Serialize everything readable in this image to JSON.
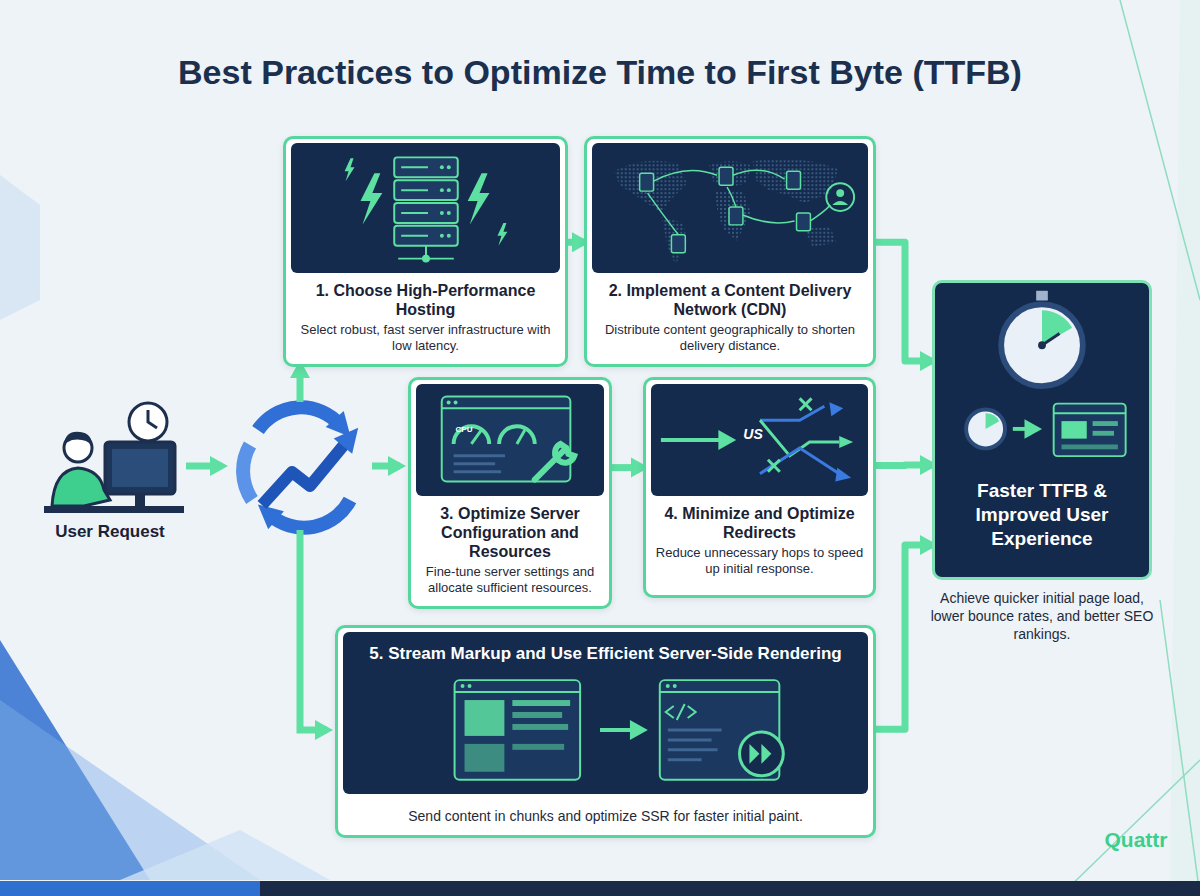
{
  "diagram": {
    "title": "Best Practices to Optimize Time to First Byte (TTFB)",
    "nodes": [
      {
        "text": [
          "1. Choose High-Performance Hosting",
          "Select robust, fast server infrastructure with low latency."
        ]
      },
      {
        "text": [
          "2. Implement a Content Delivery Network (CDN)",
          "Distribute content geographically to shorten delivery distance."
        ]
      },
      {
        "text": [
          "3. Optimize Server Configuration and Resources",
          "Fine-tune server settings and allocate sufficient resources."
        ]
      },
      {
        "text": [
          "4. Minimize and Optimize Redirects",
          "Reduce unnecessary hops to speed up initial response."
        ]
      },
      {
        "text": [
          "5. Stream Markup and Use Efficient Server-Side Rendering",
          "Send content in chunks and optimize SSR for faster initial paint."
        ]
      },
      {
        "text": [
          "Faster TTFB & Improved User Experience",
          "Achieve quicker initial page load, lower bounce rates, and better SEO rankings."
        ]
      }
    ],
    "edges": [
      {
        "from": 0,
        "to": 1,
        "arrow": "to"
      },
      {
        "from": 2,
        "to": 3,
        "arrow": "to"
      },
      {
        "from": 1,
        "to": 5,
        "arrow": "to"
      },
      {
        "from": 3,
        "to": 5,
        "arrow": "to"
      },
      {
        "from": 4,
        "to": 5,
        "arrow": "to"
      }
    ],
    "labels": [
      "User Request",
      "CPU",
      "US",
      "Quattr"
    ]
  }
}
